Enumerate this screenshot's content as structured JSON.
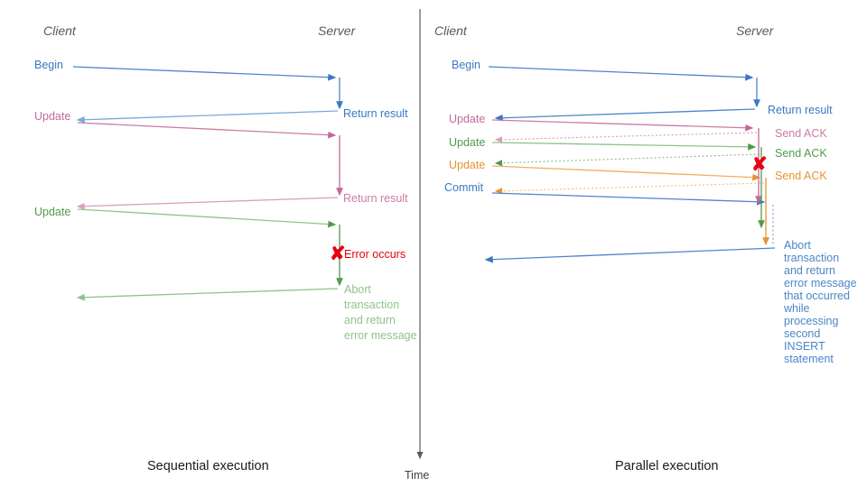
{
  "palette": {
    "blue": "#3a78c3",
    "blue_light": "#79aadd",
    "pink": "#c4689b",
    "pink_light": "#dba0c0",
    "green": "#4f9b4b",
    "green_light": "#8fc38c",
    "orange": "#e59331",
    "orange_light": "#f3be7e",
    "red": "#e8000d",
    "axis_gray": "#5a5a5a",
    "actor_gray": "#595959",
    "caption_black": "#1a1a1a",
    "background": "#ffffff"
  },
  "time_axis": {
    "label": "Time"
  },
  "left_panel": {
    "caption": "Sequential execution",
    "actors": {
      "client": "Client",
      "server": "Server"
    },
    "messages": [
      {
        "id": "begin",
        "label": "Begin",
        "color_key": "blue",
        "side": "client"
      },
      {
        "id": "return-result-1",
        "label": "Return result",
        "color_key": "blue",
        "side": "server"
      },
      {
        "id": "update-1",
        "label": "Update",
        "color_key": "pink",
        "side": "client"
      },
      {
        "id": "return-result-2",
        "label": "Return result",
        "color_key": "pink",
        "side": "server"
      },
      {
        "id": "update-2",
        "label": "Update",
        "color_key": "green",
        "side": "client"
      },
      {
        "id": "error",
        "label": "Error occurs",
        "color_key": "red",
        "side": "server"
      },
      {
        "id": "abort",
        "label": "Abort transaction and return error message",
        "color_key": "green",
        "side": "server"
      }
    ],
    "abort_lines": [
      "Abort",
      "transaction",
      "and return",
      "error message"
    ],
    "error_marker": "✘"
  },
  "right_panel": {
    "caption": "Parallel execution",
    "actors": {
      "client": "Client",
      "server": "Server"
    },
    "messages": [
      {
        "id": "begin",
        "label": "Begin",
        "color_key": "blue",
        "side": "client"
      },
      {
        "id": "return-result",
        "label": "Return result",
        "color_key": "blue",
        "side": "server"
      },
      {
        "id": "update-1",
        "label": "Update",
        "color_key": "pink",
        "side": "client"
      },
      {
        "id": "send-ack-1",
        "label": "Send ACK",
        "color_key": "pink",
        "side": "server"
      },
      {
        "id": "update-2",
        "label": "Update",
        "color_key": "green",
        "side": "client"
      },
      {
        "id": "send-ack-2",
        "label": "Send ACK",
        "color_key": "green",
        "side": "server"
      },
      {
        "id": "update-3",
        "label": "Update",
        "color_key": "orange",
        "side": "client"
      },
      {
        "id": "send-ack-3",
        "label": "Send ACK",
        "color_key": "orange",
        "side": "server"
      },
      {
        "id": "commit",
        "label": "Commit",
        "color_key": "blue",
        "side": "client"
      },
      {
        "id": "error",
        "label": "",
        "color_key": "red",
        "side": "server"
      },
      {
        "id": "abort",
        "label": "Abort transaction and return error message that occurred while processing second INSERT statement",
        "color_key": "blue",
        "side": "server"
      }
    ],
    "abort_lines": [
      "Abort",
      "transaction",
      "and return",
      "error message",
      "that occurred",
      "while",
      "processing",
      "second",
      "INSERT",
      "statement"
    ],
    "error_marker": "✘"
  }
}
